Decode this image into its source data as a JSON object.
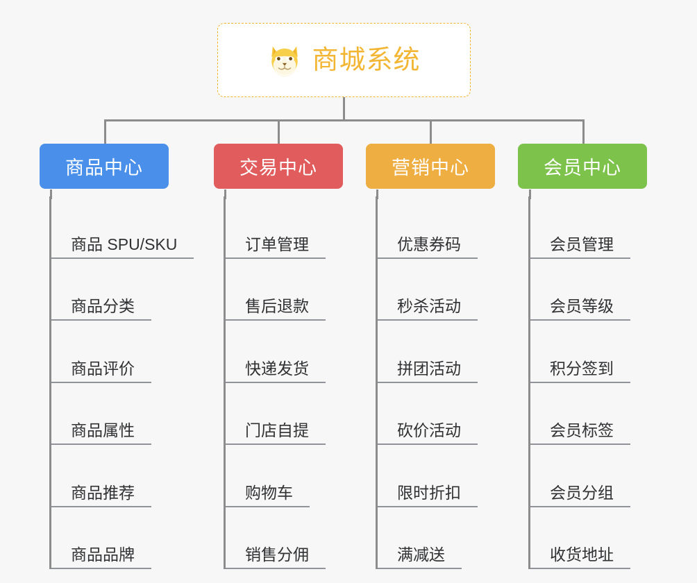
{
  "diagram": {
    "type": "mindmap",
    "background_color": "#f7f7f7",
    "root": {
      "title": "商城系统",
      "icon": "shiba-dog-icon",
      "text_color": "#f2b634",
      "border_color": "#f0b429",
      "background_color": "#ffffff"
    },
    "branches": [
      {
        "label": "商品中心",
        "color": "#4a90ea",
        "items": [
          "商品 SPU/SKU",
          "商品分类",
          "商品评价",
          "商品属性",
          "商品推荐",
          "商品品牌"
        ]
      },
      {
        "label": "交易中心",
        "color": "#e15c5c",
        "items": [
          "订单管理",
          "售后退款",
          "快递发货",
          "门店自提",
          "购物车",
          "销售分佣"
        ]
      },
      {
        "label": "营销中心",
        "color": "#eeae41",
        "items": [
          "优惠券码",
          "秒杀活动",
          "拼团活动",
          "砍价活动",
          "限时折扣",
          "满减送"
        ]
      },
      {
        "label": "会员中心",
        "color": "#7dc24b",
        "items": [
          "会员管理",
          "会员等级",
          "积分签到",
          "会员标签",
          "会员分组",
          "收货地址"
        ]
      }
    ]
  }
}
